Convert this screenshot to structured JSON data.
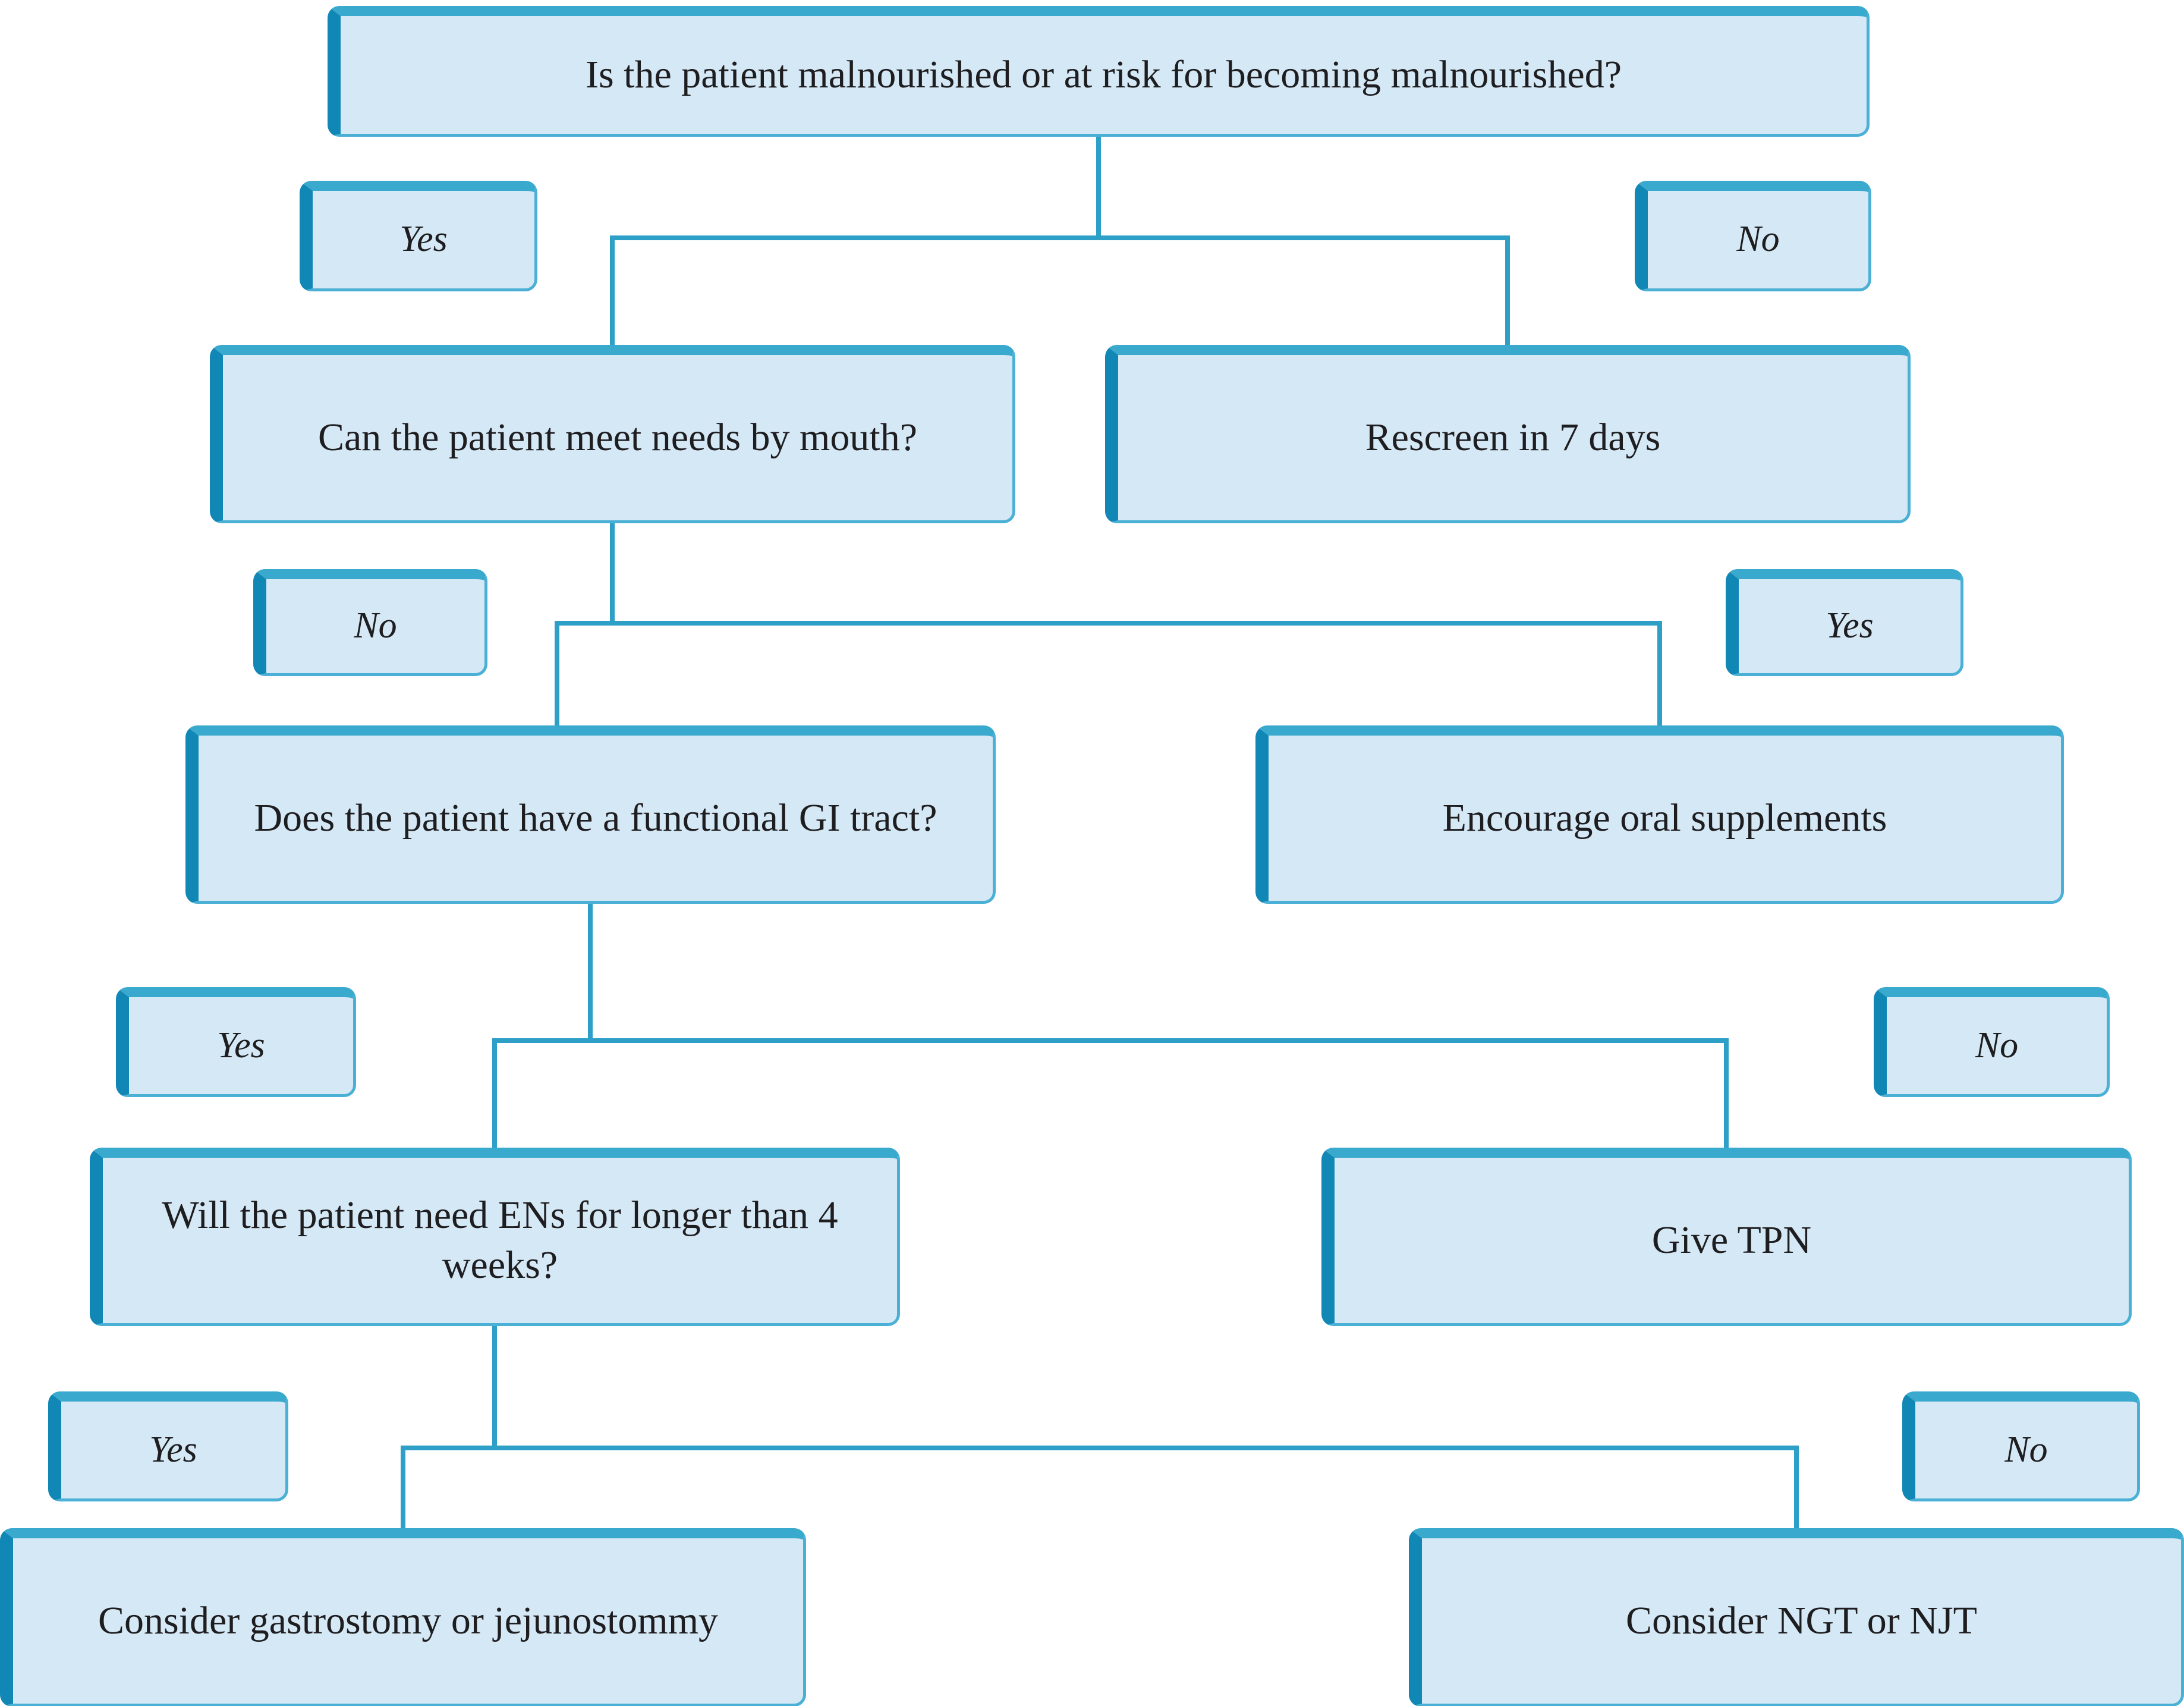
{
  "diagram": {
    "type": "flowchart",
    "nodes": {
      "q1": {
        "text": "Is the patient malnourished or at risk for becoming malnourished?"
      },
      "yes1": {
        "text": "Yes"
      },
      "no1": {
        "text": "No"
      },
      "q2": {
        "text": "Can the patient meet needs by mouth?"
      },
      "rescreen": {
        "text": "Rescreen in 7 days"
      },
      "no2": {
        "text": "No"
      },
      "yes2": {
        "text": "Yes"
      },
      "q3": {
        "text": "Does the patient have a functional GI tract?"
      },
      "encourage": {
        "text": "Encourage oral supplements"
      },
      "yes3": {
        "text": "Yes"
      },
      "no3": {
        "text": "No"
      },
      "q4": {
        "text": "Will the patient need ENs for longer than 4 weeks?"
      },
      "givetpn": {
        "text": "Give TPN"
      },
      "yes4": {
        "text": "Yes"
      },
      "no4": {
        "text": "No"
      },
      "q5": {
        "text": "Consider gastrostomy or jejunostommy"
      },
      "ngt": {
        "text": "Consider NGT or NJT"
      }
    },
    "edges": [
      {
        "from": "q1",
        "label": "Yes",
        "to": "q2"
      },
      {
        "from": "q1",
        "label": "No",
        "to": "rescreen"
      },
      {
        "from": "q2",
        "label": "No",
        "to": "q3"
      },
      {
        "from": "q2",
        "label": "Yes",
        "to": "encourage"
      },
      {
        "from": "q3",
        "label": "Yes",
        "to": "q4"
      },
      {
        "from": "q3",
        "label": "No",
        "to": "givetpn"
      },
      {
        "from": "q4",
        "label": "Yes",
        "to": "q5"
      },
      {
        "from": "q4",
        "label": "No",
        "to": "ngt"
      }
    ],
    "colors": {
      "box_fill": "#d5e8f5",
      "box_top_edge": "#3aa9ce",
      "box_left_edge": "#1187b5",
      "box_outline": "#4bb0d5",
      "connector": "#2e9fc7",
      "text": "#1e1d20",
      "background": "#ffffff"
    }
  }
}
